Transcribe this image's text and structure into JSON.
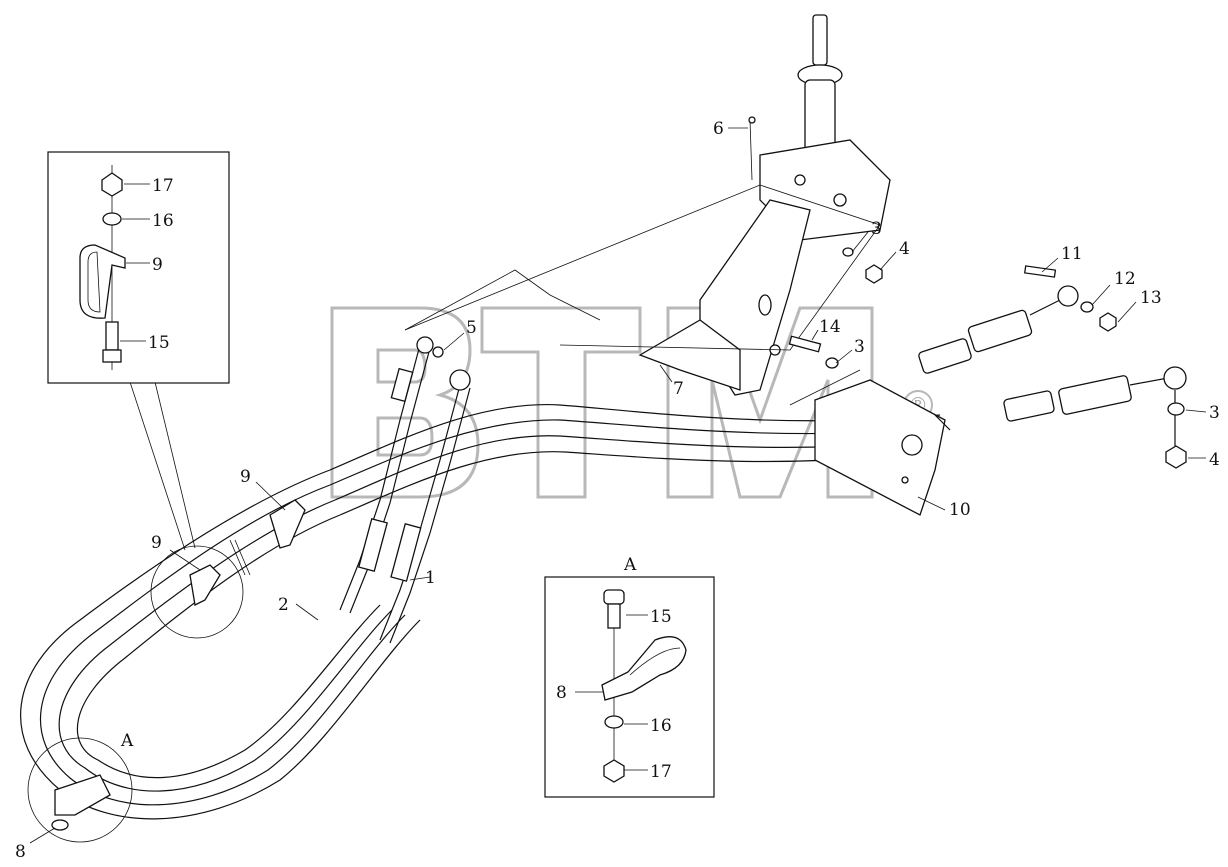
{
  "watermark": {
    "text": "BTM",
    "registered_mark": "®"
  },
  "callouts": {
    "c1": "1",
    "c2": "2",
    "c3a": "3",
    "c3b": "3",
    "c3c": "3",
    "c4a": "4",
    "c4b": "4",
    "c5": "5",
    "c6": "6",
    "c7": "7",
    "c8": "8",
    "c9a": "9",
    "c9b": "9",
    "c10": "10",
    "c11": "11",
    "c12": "12",
    "c13": "13",
    "c14": "14"
  },
  "detail_left": {
    "c17": "17",
    "c16": "16",
    "c9": "9",
    "c15": "15"
  },
  "detail_a": {
    "title": "A",
    "c15": "15",
    "c8": "8",
    "c16": "16",
    "c17": "17"
  },
  "view_marker_a": "A"
}
